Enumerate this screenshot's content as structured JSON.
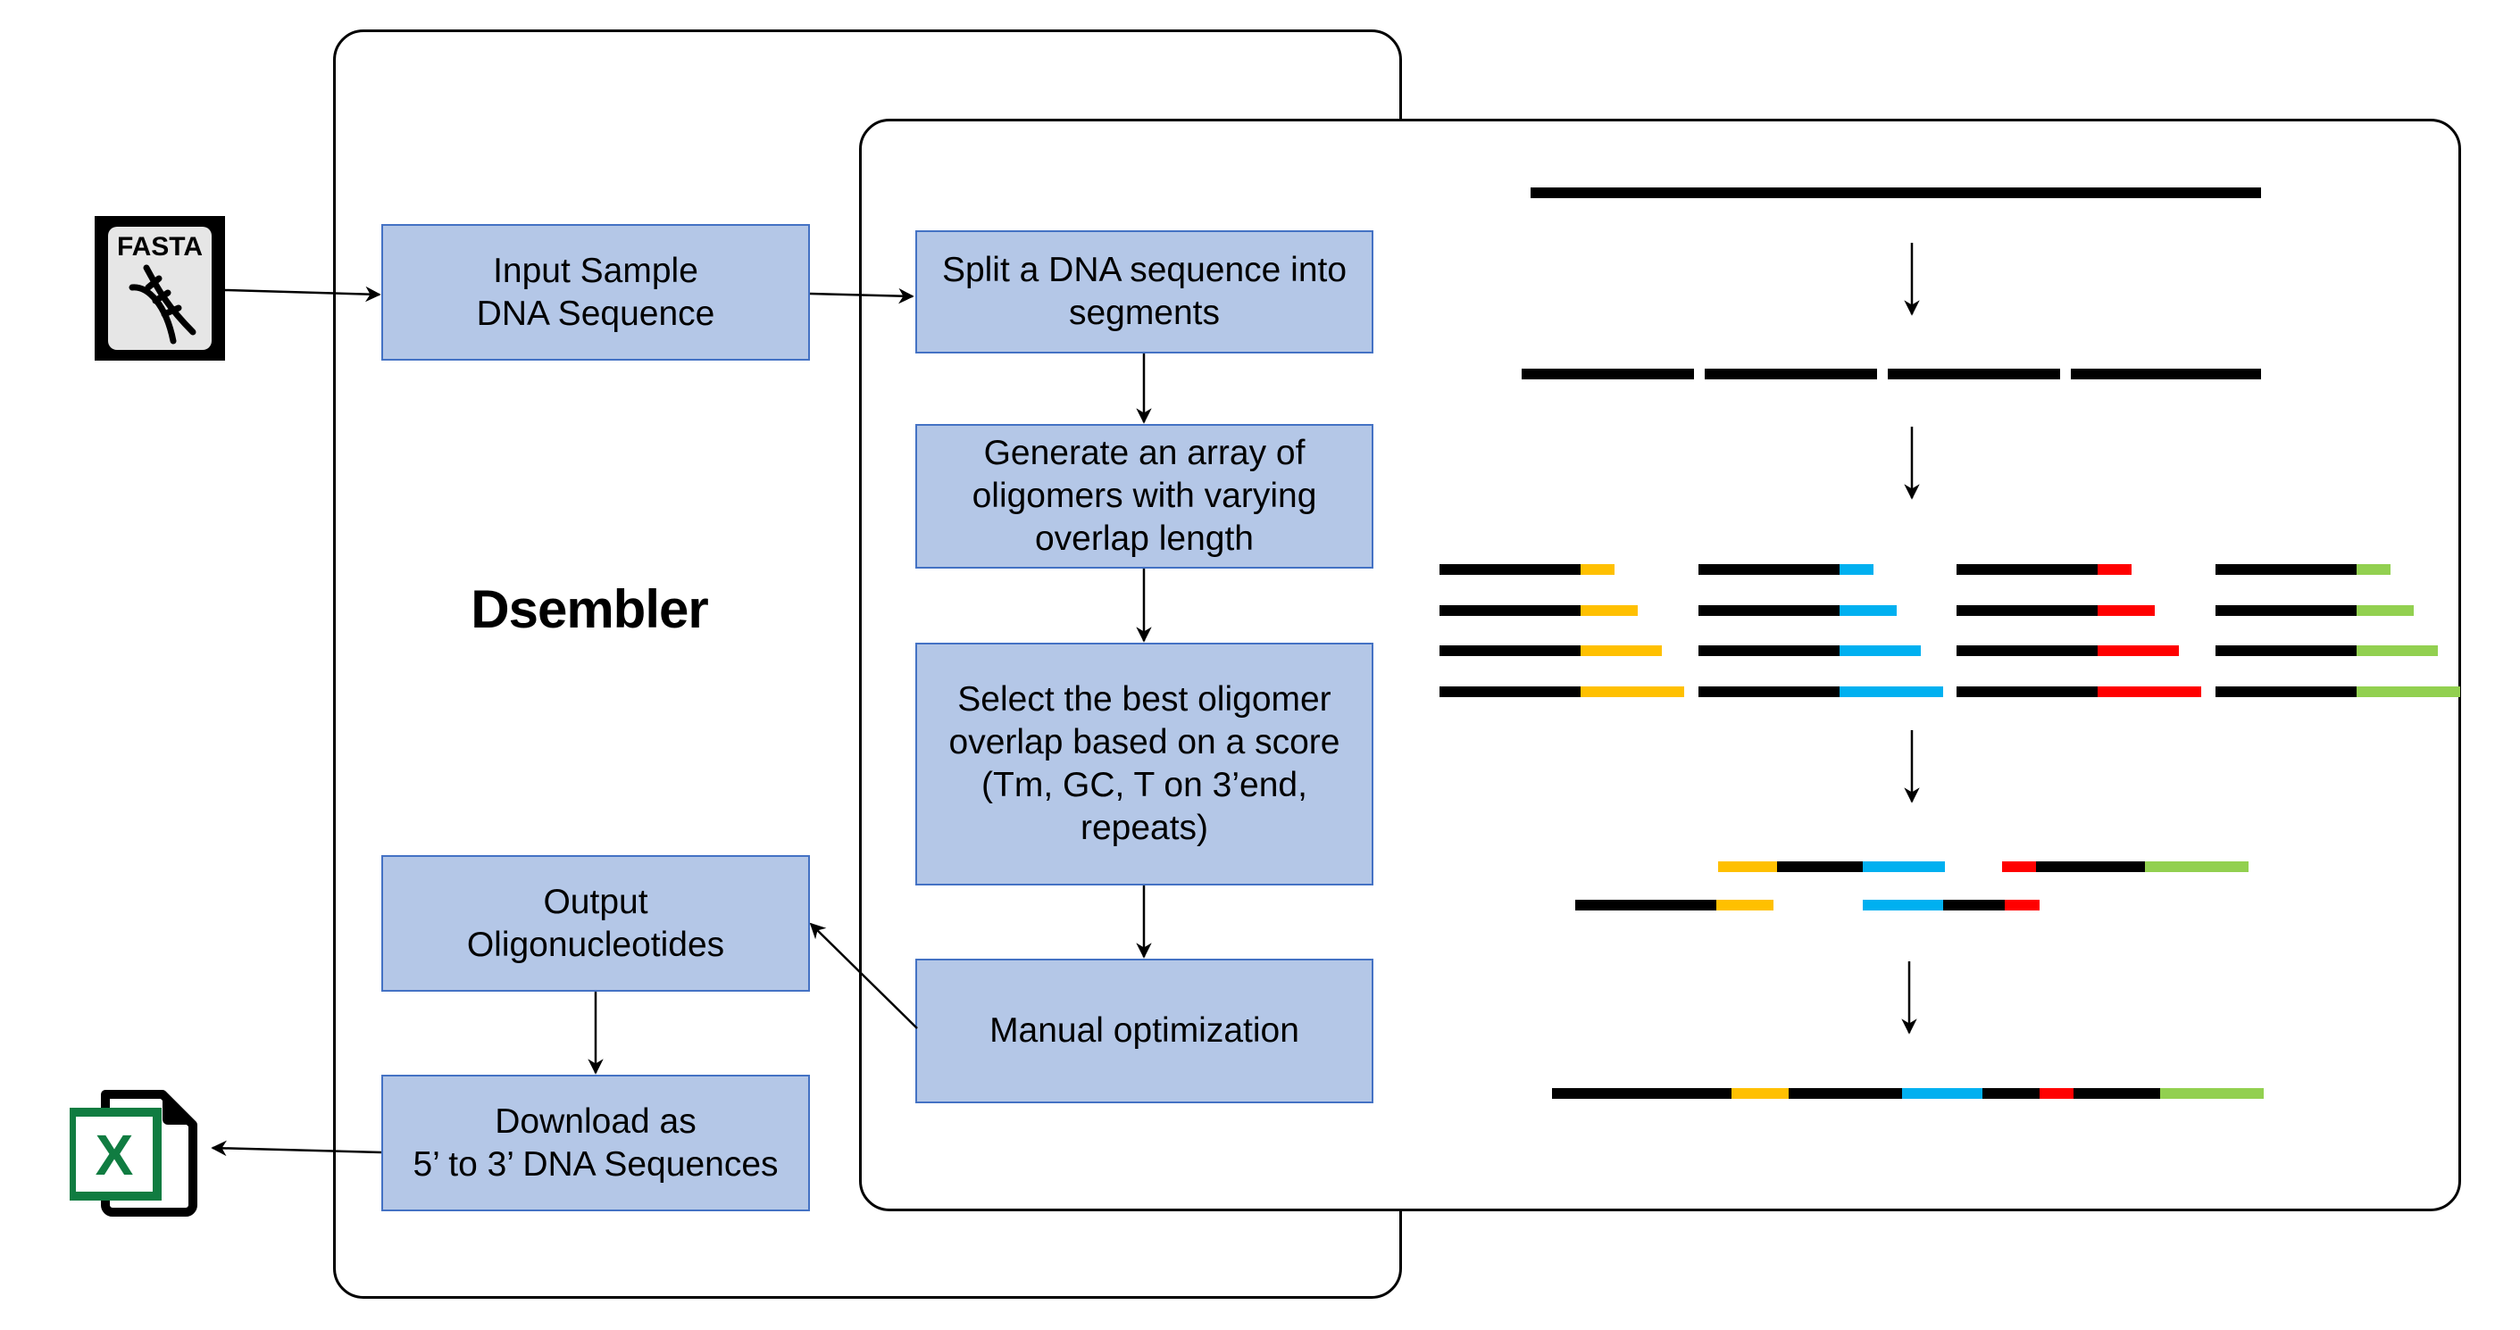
{
  "app": {
    "title": "Dsembler"
  },
  "icons": {
    "input_file": {
      "name": "fasta-file-icon",
      "label": "FASTA"
    },
    "output_file": {
      "name": "excel-file-icon",
      "label": "X"
    }
  },
  "colors": {
    "box_fill": "#B4C7E7",
    "box_border": "#4472C4",
    "segment_black": "#000000",
    "overlap_1": "#FFC000",
    "overlap_2": "#00B0F0",
    "overlap_3": "#FF0000",
    "overlap_4": "#92D050",
    "excel_green": "#107C41"
  },
  "flow": {
    "input": "Input Sample\nDNA Sequence",
    "split": "Split a DNA sequence into\nsegments",
    "generate": "Generate an array of\noligomers with varying\noverlap length",
    "select": "Select the best oligomer\noverlap based on a score\n(Tm, GC, T on 3’end,\nrepeats)",
    "manual": "Manual optimization",
    "output": "Output\nOligonucleotides",
    "download": "Download as\n5’ to 3’ DNA Sequences"
  },
  "illustration": {
    "full_sequence": 1,
    "segments": 4,
    "overlap_steps": 4,
    "overlap_colors": [
      "overlap_1",
      "overlap_2",
      "overlap_3",
      "overlap_4"
    ],
    "assembled_order": [
      "black",
      "overlap_1",
      "black",
      "overlap_2",
      "black",
      "overlap_3",
      "black",
      "overlap_4"
    ]
  }
}
